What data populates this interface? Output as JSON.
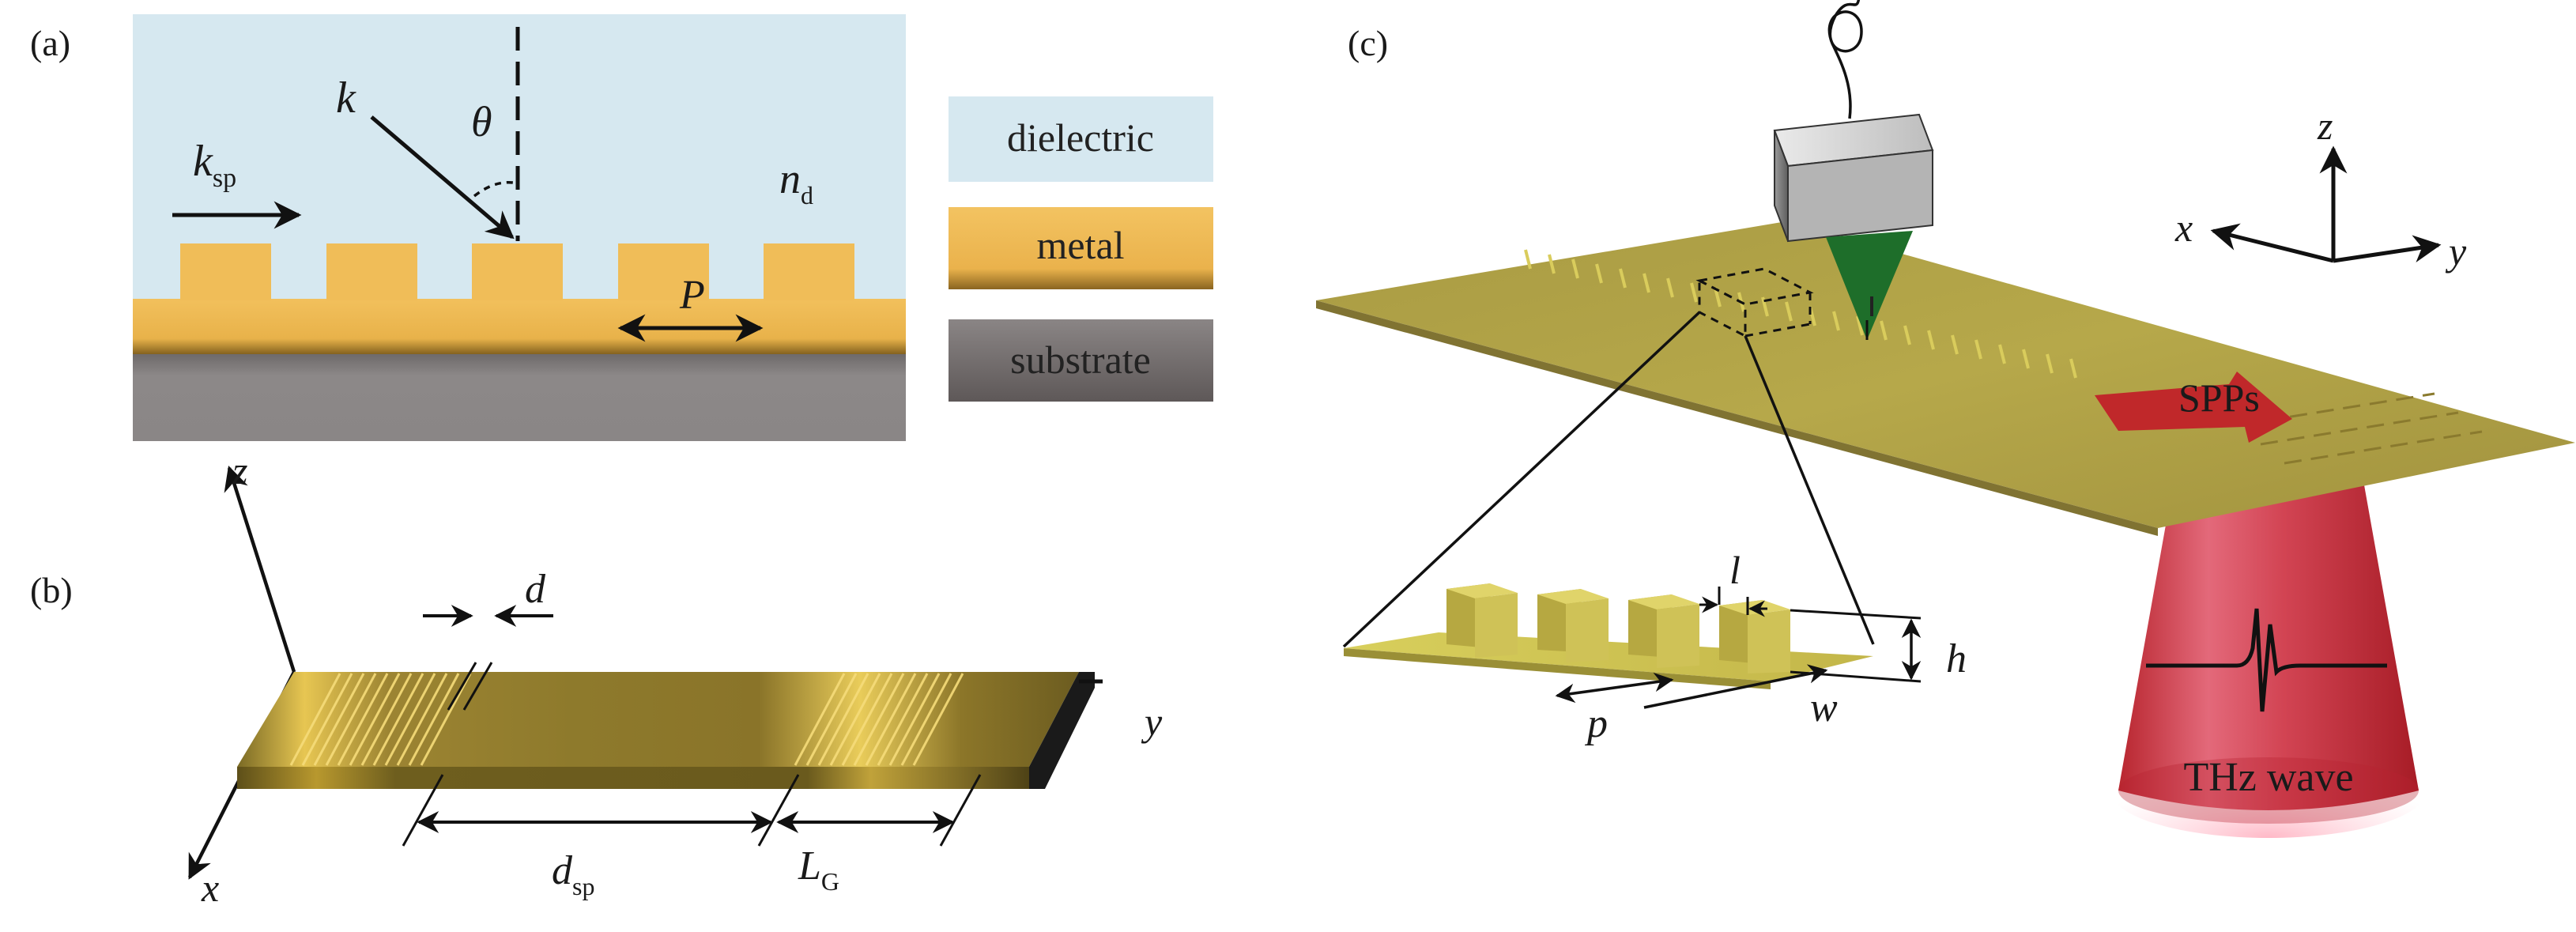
{
  "panel_a": {
    "tag": "(a)",
    "k_sp": {
      "base": "k",
      "sub": "sp"
    },
    "k": "k",
    "theta": "θ",
    "n_d": {
      "base": "n",
      "sub": "d"
    },
    "period": "P",
    "legend": {
      "dielectric": "dielectric",
      "metal": "metal",
      "substrate": "substrate"
    },
    "colors": {
      "dielectric": "#d6e8f0",
      "metal": "#f0bd58",
      "substrate": "#858080"
    }
  },
  "panel_b": {
    "tag": "(b)",
    "axis_z": "z",
    "axis_x": "x",
    "axis_y": "y",
    "d": "d",
    "d_sp": {
      "base": "d",
      "sub": "sp"
    },
    "L_G": {
      "base": "L",
      "sub": "G"
    },
    "colors": {
      "strip": "#8e7a2c",
      "grating_glow": "#f4d060"
    }
  },
  "panel_c": {
    "tag": "(c)",
    "axis_z": "z",
    "axis_x": "x",
    "axis_y": "y",
    "spps": "SPPs",
    "thz_wave": "THz wave",
    "l": "l",
    "h": "h",
    "p": "p",
    "w": "w",
    "colors": {
      "plate": "#b4a547",
      "beam": "#c23440",
      "tip": "#1e6e2a",
      "spp_arrow": "#c0282a"
    }
  }
}
